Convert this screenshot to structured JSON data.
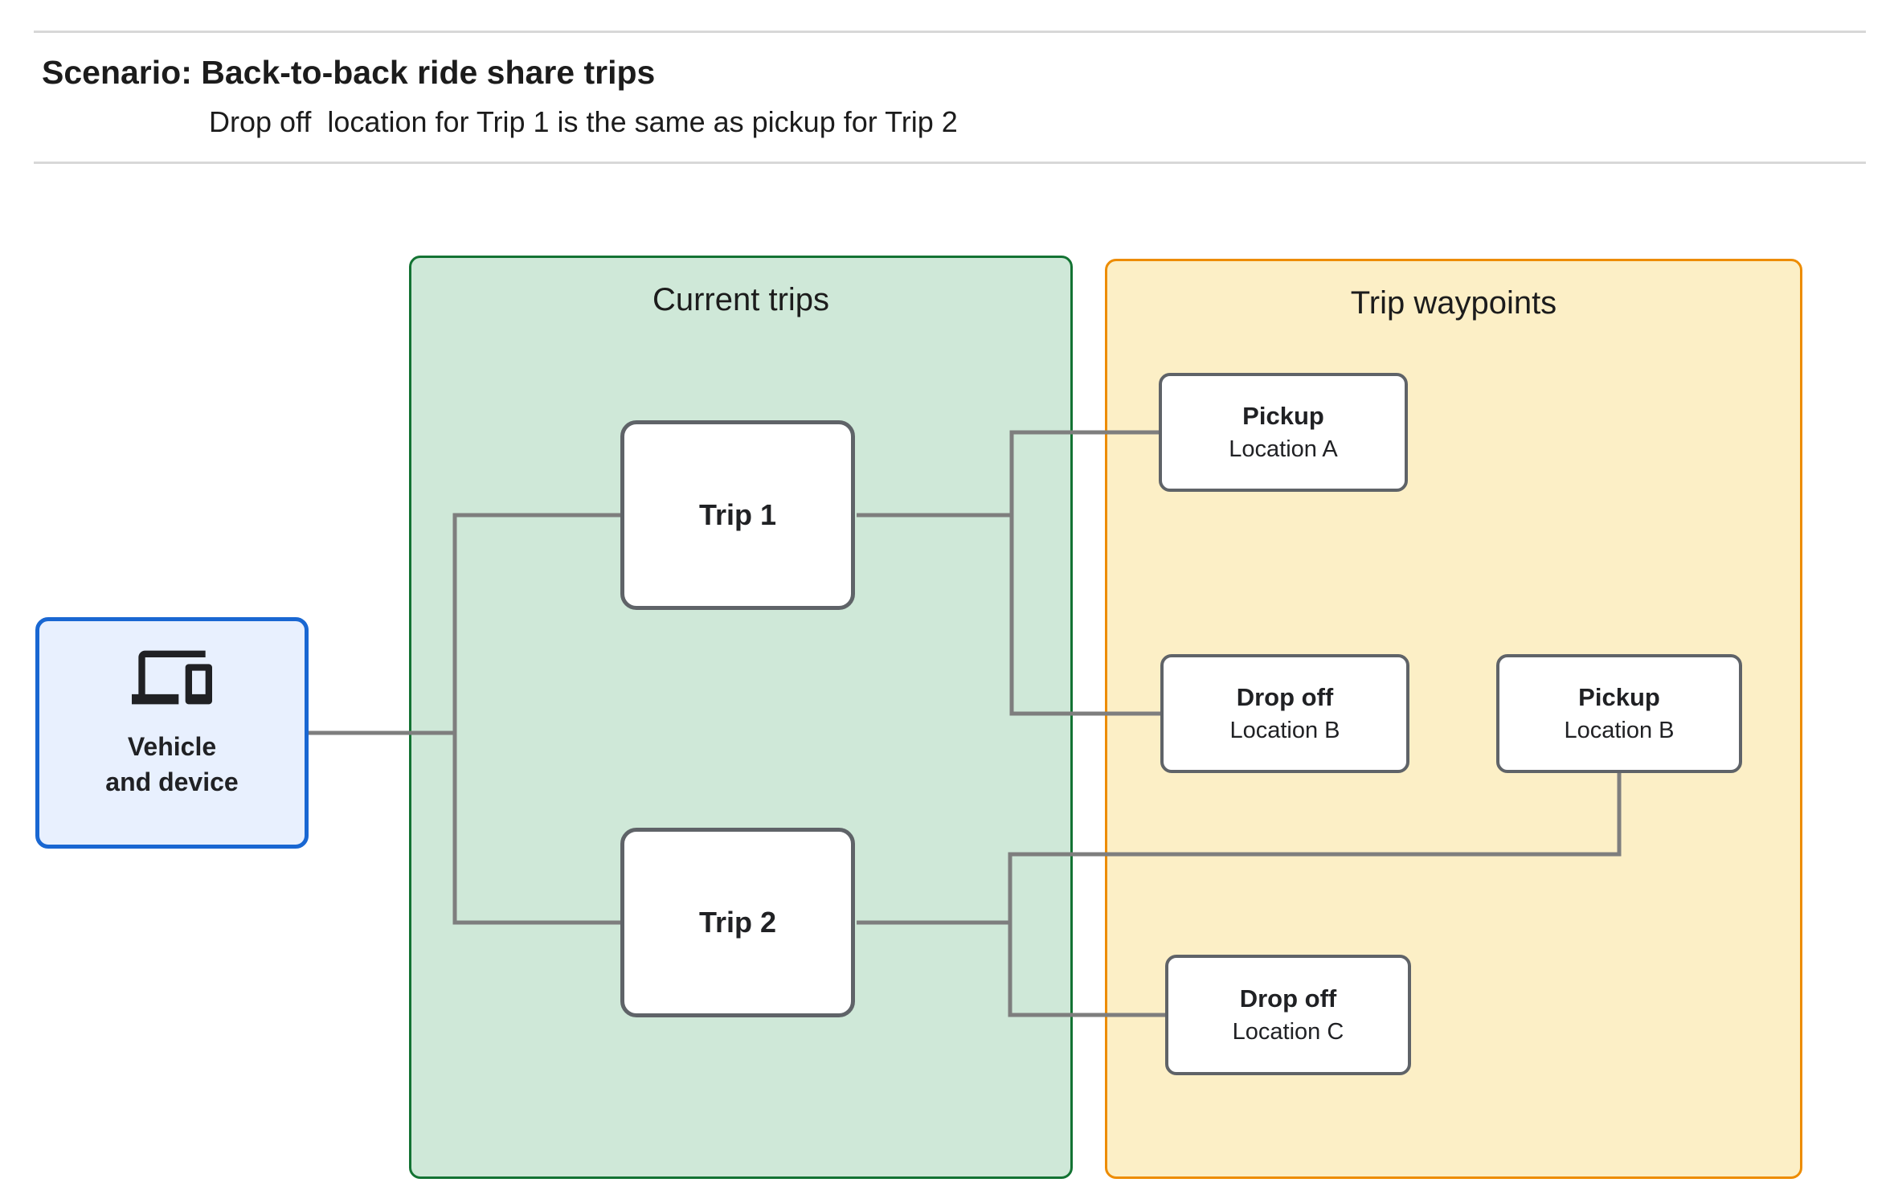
{
  "header": {
    "title": "Scenario: Back-to-back ride share trips",
    "subtitle": "Drop off  location for Trip 1 is the same as pickup for Trip 2"
  },
  "vehicle_node": {
    "label": "Vehicle\nand device",
    "icon": "devices-icon"
  },
  "panels": {
    "current_trips": {
      "title": "Current trips",
      "fill_color": "#cfe8d8",
      "border_color": "#137333"
    },
    "trip_waypoints": {
      "title": "Trip waypoints",
      "fill_color": "#fcefc6",
      "border_color": "#ed8c00"
    }
  },
  "trips": [
    {
      "label": "Trip 1"
    },
    {
      "label": "Trip 2"
    }
  ],
  "waypoints": [
    {
      "title": "Pickup",
      "subtitle": "Location A"
    },
    {
      "title": "Drop off",
      "subtitle": "Location B"
    },
    {
      "title": "Pickup",
      "subtitle": "Location B"
    },
    {
      "title": "Drop off",
      "subtitle": "Location C"
    }
  ],
  "colors": {
    "vehicle_fill": "#e8f0fe",
    "vehicle_border": "#1967d2",
    "node_border_gray": "#5f6368",
    "connector_gray": "#7e7e7e",
    "divider_gray": "#d8d8d8",
    "text": "#202124"
  }
}
